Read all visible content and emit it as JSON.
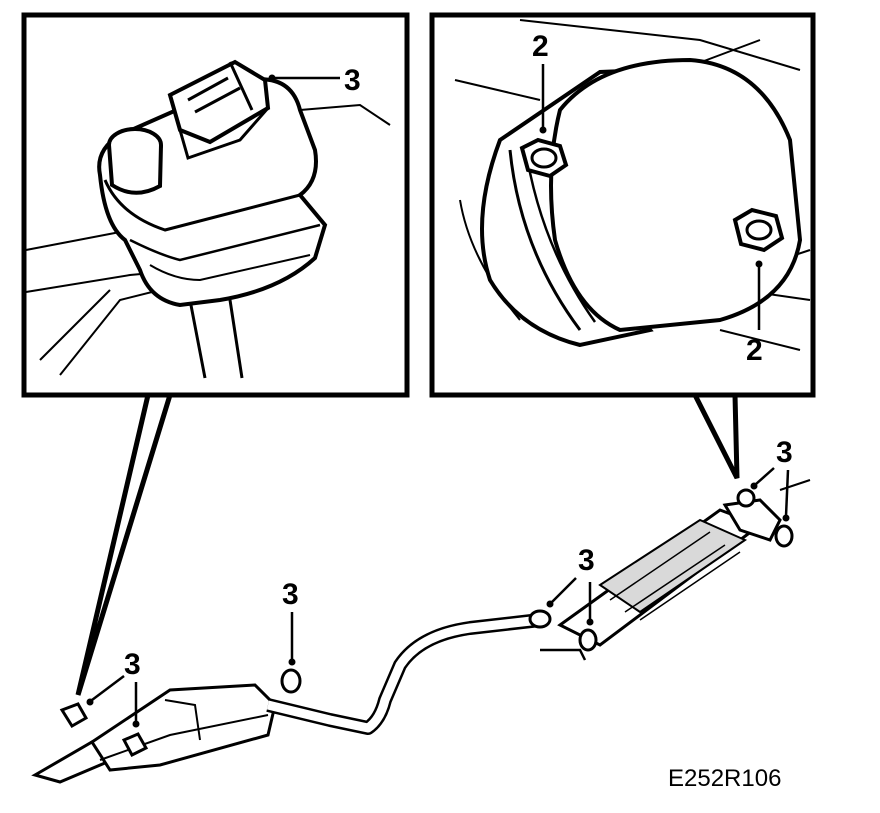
{
  "callouts": {
    "hanger": "3",
    "nut": "2"
  },
  "figure_code": "E252R106",
  "colors": {
    "ink": "#000000",
    "paper": "#ffffff",
    "part_fill": "#ffffff",
    "shade": "#d9d9d9"
  }
}
